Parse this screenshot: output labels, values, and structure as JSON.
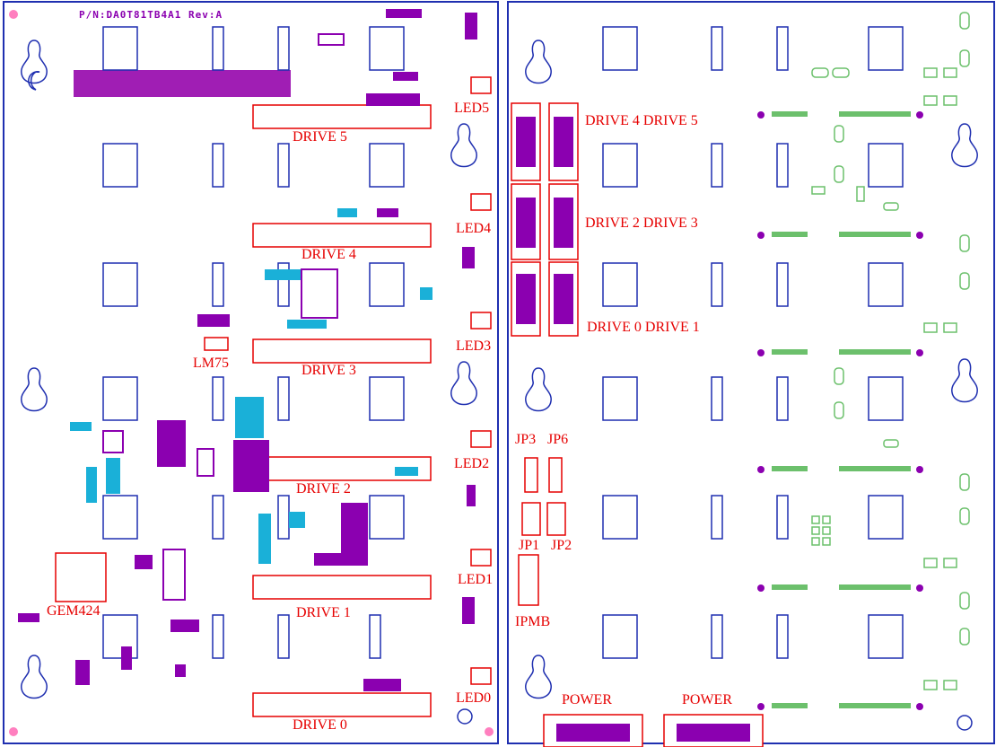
{
  "board": {
    "part_number": "P/N:DA0T81TB4A1  Rev:A"
  },
  "drives": [
    {
      "label": "DRIVE 5"
    },
    {
      "label": "DRIVE 4"
    },
    {
      "label": "DRIVE 3"
    },
    {
      "label": "DRIVE 2"
    },
    {
      "label": "DRIVE 1"
    },
    {
      "label": "DRIVE 0"
    }
  ],
  "leds": [
    "LED5",
    "LED4",
    "LED3",
    "LED2",
    "LED1",
    "LED0"
  ],
  "components": {
    "lm75": "LM75",
    "gem424": "GEM424"
  },
  "backplane": {
    "drive_pair_top": "DRIVE 4 DRIVE 5",
    "drive_pair_mid": "DRIVE 2 DRIVE 3",
    "drive_pair_bot": "DRIVE 0  DRIVE 1",
    "jumpers": [
      "JP3",
      "JP6",
      "JP1",
      "JP2"
    ],
    "ipmb": "IPMB",
    "power": [
      "POWER",
      "POWER"
    ]
  },
  "colors": {
    "outline": "#1f2fb0",
    "silk_red": "#e60000",
    "purple": "#8b00b0",
    "cyan": "#1ab0d8",
    "green": "#6cc06c",
    "pink": "#ff7fbf"
  }
}
